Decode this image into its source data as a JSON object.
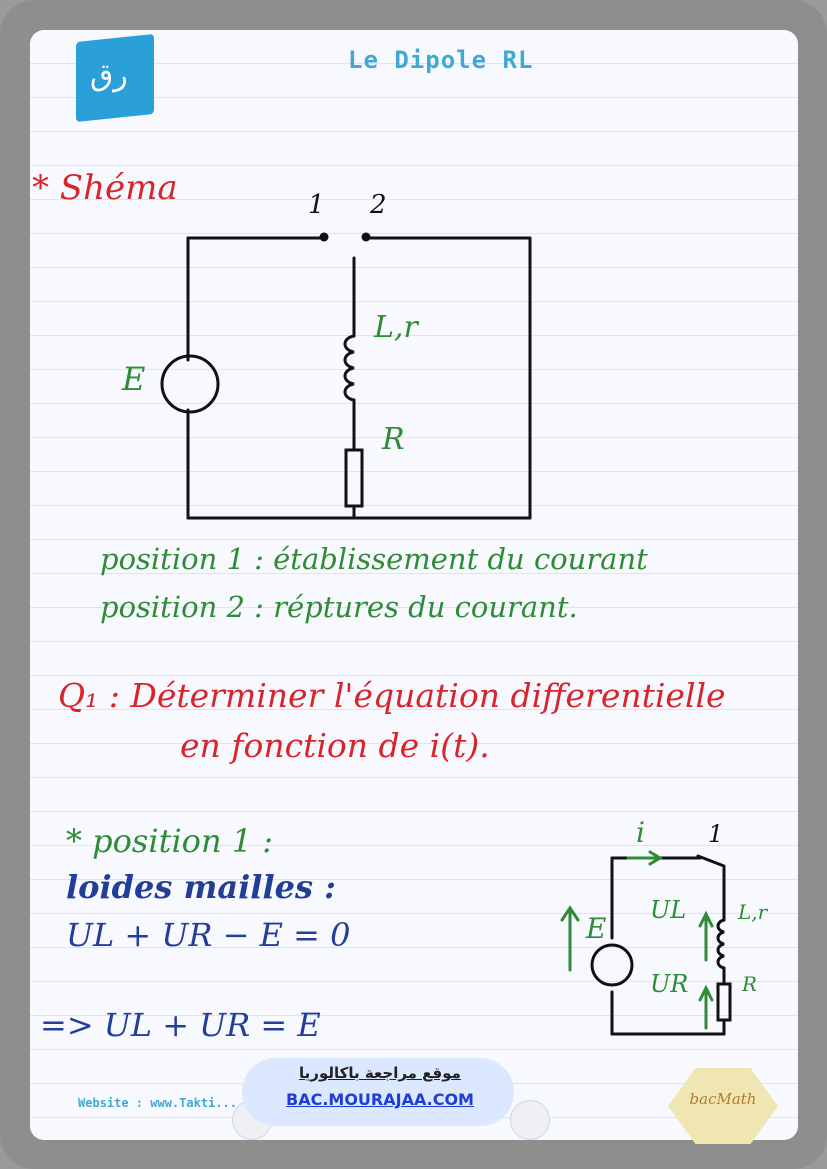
{
  "header": {
    "title": "Le Dipole RL",
    "logo_glyph": "رق",
    "logo_color": "#2a9fd8"
  },
  "section_schema": {
    "heading": "* Shéma",
    "switch_labels": [
      "1",
      "2"
    ],
    "source_label": "E",
    "inductor_label": "L,r",
    "resistor_label": "R"
  },
  "positions": [
    "position 1 : établissement du courant",
    "position 2 : réptures du courant."
  ],
  "question": {
    "line1": "Q₁ : Déterminer l'équation differentielle",
    "line2": "en fonction de i(t)."
  },
  "answer": {
    "heading": "* position 1 :",
    "law": "loides mailles :",
    "eq1": "UL + UR − E = 0",
    "eq2": "=> UL + UR = E"
  },
  "circuit2": {
    "current_label": "i",
    "switch_label": "1",
    "source_label": "E",
    "ul_label": "UL",
    "ur_label": "UR",
    "inductor_label": "L,r",
    "resistor_label": "R"
  },
  "footer": {
    "website": "Website : www.Takti...",
    "banner_arabic": "موقع مراجعة باكالوريا",
    "banner_url": "BAC.MOURAJAA.COM",
    "badge_text": "bacMath"
  },
  "colors": {
    "red": "#d8242b",
    "green": "#2f8b36",
    "blue": "#233e98",
    "title": "#3fa9d4"
  }
}
